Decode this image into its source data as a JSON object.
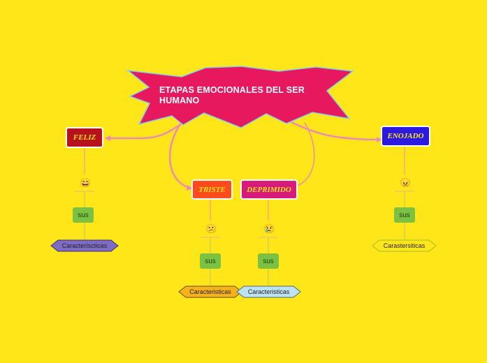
{
  "central": {
    "title": "ETAPAS EMOCIONALES DEL SER HUMANO"
  },
  "branches": [
    {
      "label": "FELIZ",
      "emoji": "😄",
      "sus": "sus",
      "caracteristicas": "Caracteríscticas",
      "node_color": "#B5121B",
      "text_color": "#FFE619",
      "hex_color": "#7E6BC4"
    },
    {
      "label": "TRISTE",
      "emoji": "😕",
      "sus": "sus",
      "caracteristicas": "Caracteristicas",
      "node_color": "#FF4A1C",
      "text_color": "#FFE619",
      "hex_color": "#F5B21B"
    },
    {
      "label": "DEPRIMIDO",
      "emoji": "😢",
      "sus": "sus",
      "caracteristicas": "Caracteristicas",
      "node_color": "#D81B7A",
      "text_color": "#FFE619",
      "hex_color": "#BDE3F2"
    },
    {
      "label": "ENOJADO",
      "emoji": "😠",
      "sus": "sus",
      "caracteristicas": "Carastersiticas",
      "node_color": "#2D1AE0",
      "text_color": "#FFE619",
      "hex_color": "#FFE619"
    }
  ],
  "colors": {
    "background": "#FFE619",
    "central_fill": "#E8185F",
    "central_stroke": "#7FD3E6",
    "connector": "#F08AB4",
    "sus_fill": "#7CC242"
  }
}
